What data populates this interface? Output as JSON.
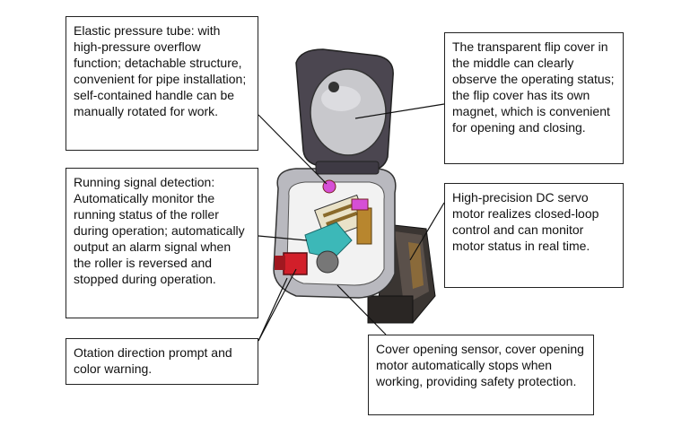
{
  "callouts": {
    "elastic_tube": "Elastic pressure tube: with high-pressure overflow function; detachable structure, convenient for pipe installation; self-contained handle can be manually rotated for work.",
    "flip_cover": "The transparent flip cover in the middle can clearly observe the operating status; the flip cover has its own magnet, which is convenient for opening and closing.",
    "signal_detection": "Running signal detection: Automatically monitor the running status of the roller during operation; automatically output an alarm signal when the roller is reversed and stopped during operation.",
    "servo_motor": "High-precision DC servo motor realizes closed-loop control and can monitor motor status in real time.",
    "rotation_prompt": "Otation direction prompt and color warning.",
    "cover_sensor": "Cover opening sensor, cover opening motor automatically stops when working, providing safety protection."
  }
}
